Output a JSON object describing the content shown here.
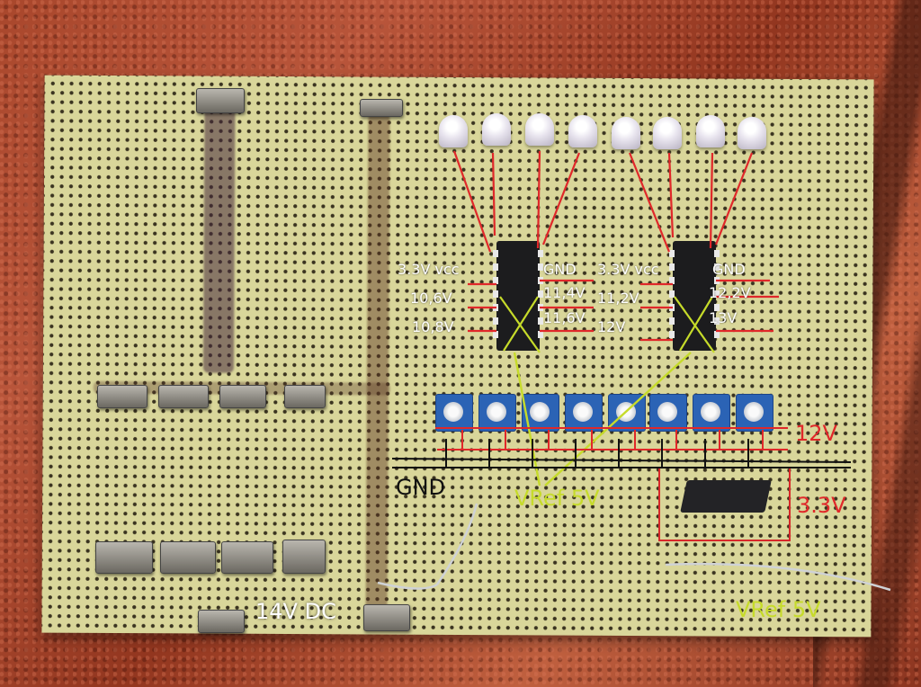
{
  "photo": {
    "subject": "stripboard"
  },
  "annotations": {
    "ic1": {
      "vcc": "3.3V vcc",
      "gnd": "GND",
      "left": [
        "10,6V",
        "10,8V"
      ],
      "right": [
        "11,4V",
        "11,6V"
      ]
    },
    "ic2": {
      "vcc": "3.3V vcc",
      "gnd": "GND",
      "left": [
        "11,2V",
        "12V"
      ],
      "right": [
        "12,2V",
        "13V"
      ]
    },
    "rail_12v": "12V",
    "gnd_bus": "GND",
    "vref_center": "VRef 5V",
    "vref_bottom": "VRef 5V",
    "regulator_output": "3.3V",
    "power_input": "14V DC"
  },
  "colors": {
    "annotation_red": "#e0282a",
    "annotation_yellow": "#c6db2a",
    "annotation_white": "#ffffff",
    "annotation_black": "#111111",
    "board": "#d9d69a",
    "pot_blue": "#2b63b5"
  }
}
